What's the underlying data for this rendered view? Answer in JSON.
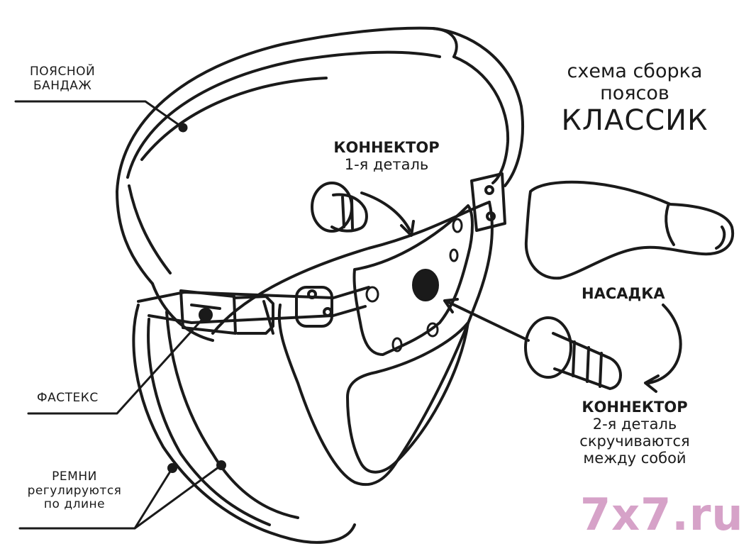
{
  "title": {
    "line1": "схема сборка",
    "line2": "поясов",
    "line3": "КЛАССИК"
  },
  "labels": {
    "waist_bandage": [
      "ПОЯСНОЙ",
      "БАНДАЖ"
    ],
    "fastex": "ФАСТЕКС",
    "straps": [
      "РЕМНИ",
      "регулируются",
      "по длине"
    ],
    "connector1": [
      "КОННЕКТОР",
      "1-я деталь"
    ],
    "attachment": "НАСАДКА",
    "connector2": [
      "КОННЕКТОР",
      "2-я деталь",
      "скручиваются",
      "между собой"
    ]
  },
  "brand": {
    "text": "7x7.ru",
    "color": "#d6a2c8"
  },
  "colors": {
    "line": "#1a1a1a",
    "background": "#ffffff"
  }
}
